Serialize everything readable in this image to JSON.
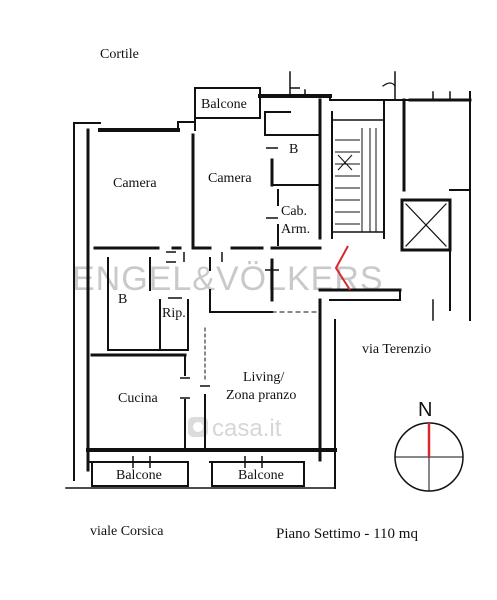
{
  "plan": {
    "outside": {
      "courtyard": "Cortile",
      "street_east": "via Terenzio",
      "street_south": "viale Corsica"
    },
    "rooms": {
      "balcony_top": "Balcone",
      "bedroom_1": "Camera",
      "bedroom_2": "Camera",
      "bathroom_1": "B",
      "closet_line1": "Cab.",
      "closet_line2": "Arm.",
      "bathroom_2": "B",
      "storage": "Rip.",
      "kitchen": "Cucina",
      "living_line1": "Living/",
      "living_line2": "Zona pranzo",
      "balcony_bottom_left": "Balcone",
      "balcony_bottom_right": "Balcone"
    },
    "caption": "Piano Settimo - 110 mq",
    "compass_letter": "N",
    "colors": {
      "walls": "#111111",
      "entrance_marker": "#d9272e",
      "north_needle": "#d9272e",
      "watermark": "#c9c9c9"
    }
  },
  "watermarks": {
    "agency": "ENGEL&VÖLKERS",
    "portal": "casa.it"
  }
}
